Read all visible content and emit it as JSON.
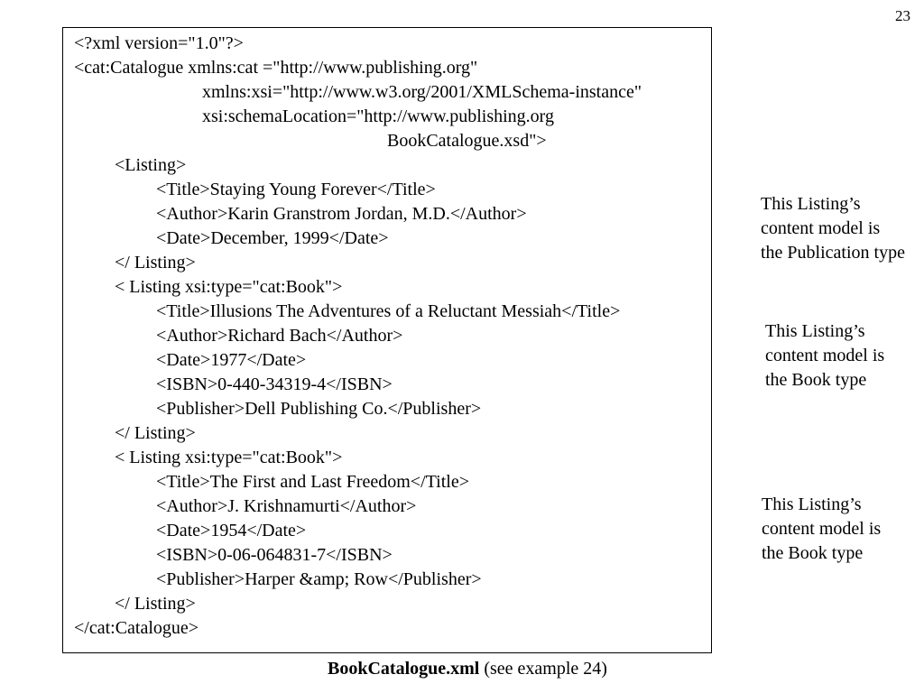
{
  "page_number": "23",
  "code_lines": [
    "<?xml version=\"1.0\"?>",
    "<cat:Catalogue xmlns:cat =\"http://www.publishing.org\"",
    "xmlns:xsi=\"http://www.w3.org/2001/XMLSchema-instance\"",
    "xsi:schemaLocation=\"http://www.publishing.org",
    "BookCatalogue.xsd\">",
    "<Listing>",
    "<Title>Staying Young Forever</Title>",
    "<Author>Karin Granstrom Jordan, M.D.</Author>",
    "<Date>December, 1999</Date>",
    "</ Listing>",
    "< Listing xsi:type=\"cat:Book\">",
    "<Title>Illusions The Adventures of a Reluctant Messiah</Title>",
    "<Author>Richard Bach</Author>",
    "<Date>1977</Date>",
    "<ISBN>0-440-34319-4</ISBN>",
    "<Publisher>Dell Publishing Co.</Publisher>",
    "</ Listing>",
    "< Listing xsi:type=\"cat:Book\">",
    "<Title>The First and Last Freedom</Title>",
    "<Author>J. Krishnamurti</Author>",
    "<Date>1954</Date>",
    "<ISBN>0-06-064831-7</ISBN>",
    "<Publisher>Harper &amp; Row</Publisher>",
    "</ Listing>",
    "</cat:Catalogue>"
  ],
  "notes": [
    {
      "lines": [
        "This Listing’s",
        "content model is",
        "the Publication type"
      ]
    },
    {
      "lines": [
        "This Listing’s",
        "content model is",
        "the Book type"
      ]
    },
    {
      "lines": [
        "This Listing’s",
        "content model is",
        "the Book type"
      ]
    }
  ],
  "caption": {
    "bold": "BookCatalogue.xml",
    "rest": " (see example 24)"
  }
}
